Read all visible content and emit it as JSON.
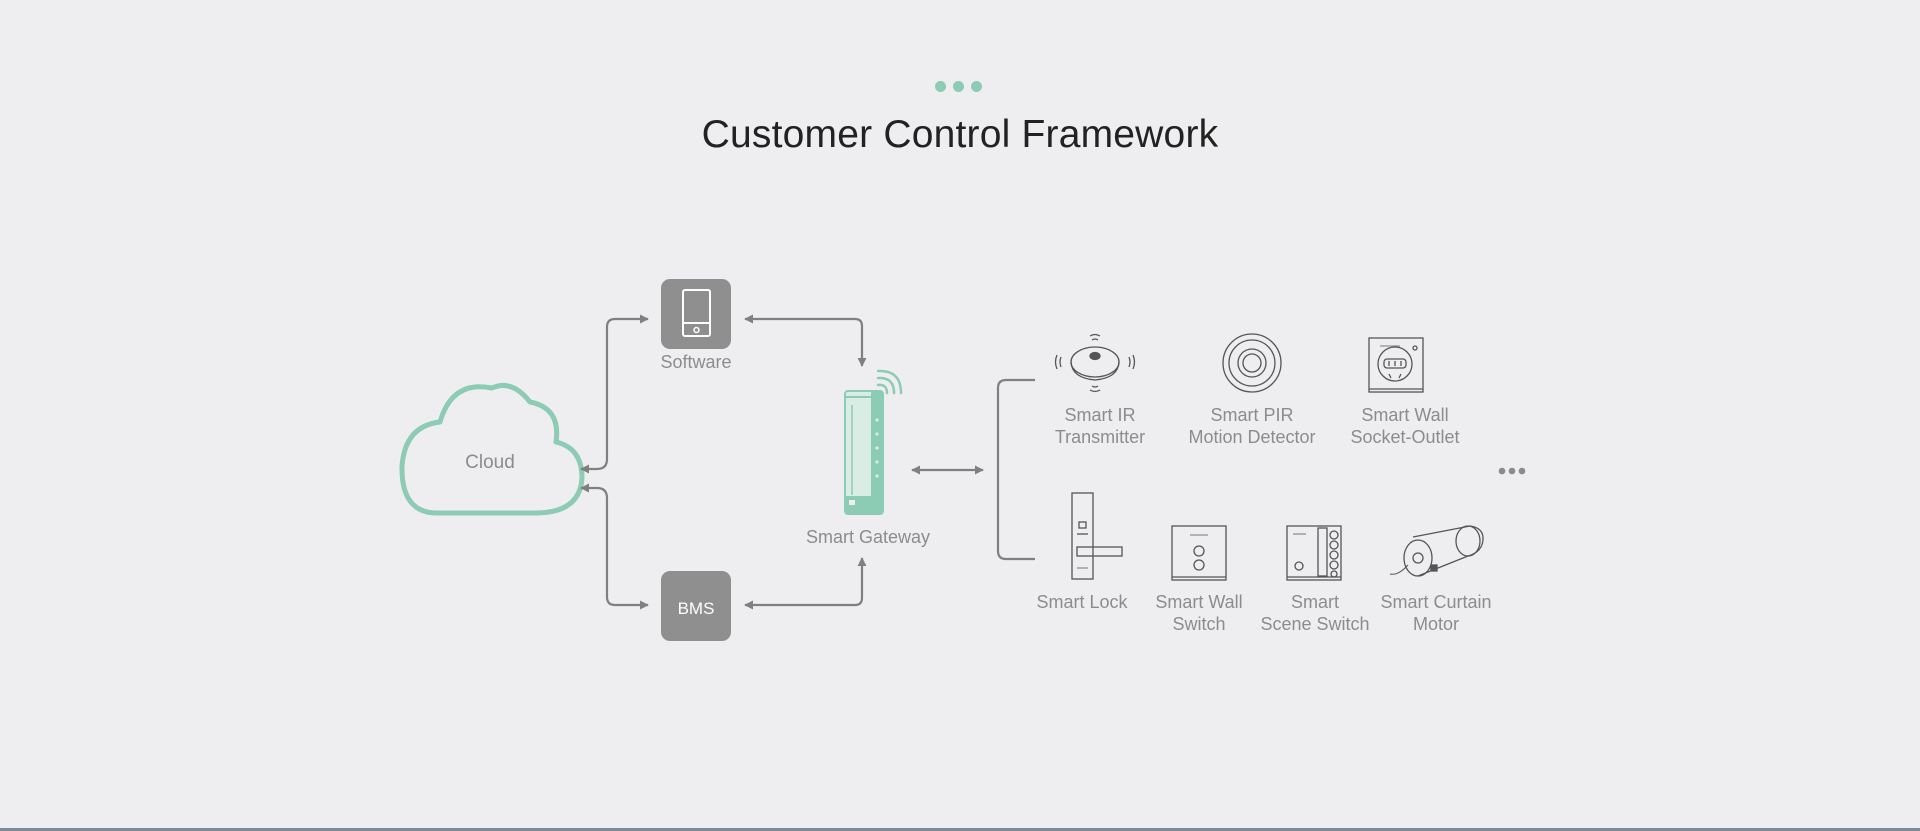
{
  "header": {
    "title": "Customer Control Framework",
    "accent_color": "#8ccbb4"
  },
  "nodes": {
    "cloud": "Cloud",
    "software": "Software",
    "bms": "BMS",
    "gateway": "Smart Gateway"
  },
  "devices": [
    {
      "line1": "Smart IR",
      "line2": "Transmitter",
      "icon": "ir-transmitter-icon"
    },
    {
      "line1": "Smart PIR",
      "line2": "Motion Detector",
      "icon": "pir-detector-icon"
    },
    {
      "line1": "Smart Wall",
      "line2": "Socket-Outlet",
      "icon": "wall-socket-icon"
    },
    {
      "line1": "Smart Lock",
      "line2": "",
      "icon": "smart-lock-icon"
    },
    {
      "line1": "Smart Wall",
      "line2": "Switch",
      "icon": "wall-switch-icon"
    },
    {
      "line1": "Smart",
      "line2": "Scene Switch",
      "icon": "scene-switch-icon"
    },
    {
      "line1": "Smart Curtain",
      "line2": "Motor",
      "icon": "curtain-motor-icon"
    }
  ],
  "colors": {
    "background": "#eeeef0",
    "connector": "#808080",
    "node_fill": "#8f8f8f",
    "cloud_stroke": "#8ccbb4"
  }
}
